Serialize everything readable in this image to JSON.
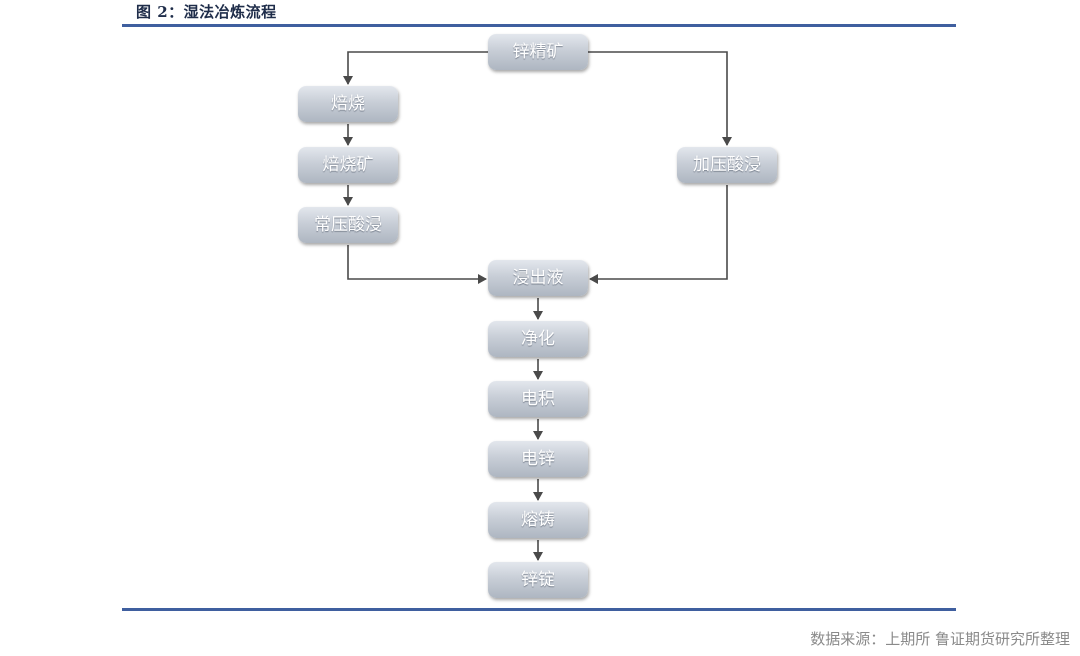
{
  "figure": {
    "title": "图 2：湿法冶炼流程",
    "source": "数据来源：上期所 鲁证期货研究所整理"
  },
  "flow": {
    "nodes": [
      {
        "id": "zinc_concentrate",
        "label": "锌精矿"
      },
      {
        "id": "roasting",
        "label": "焙烧"
      },
      {
        "id": "calcine",
        "label": "焙烧矿"
      },
      {
        "id": "atmospheric_leach",
        "label": "常压酸浸"
      },
      {
        "id": "pressure_leach",
        "label": "加压酸浸"
      },
      {
        "id": "leachate",
        "label": "浸出液"
      },
      {
        "id": "purification",
        "label": "净化"
      },
      {
        "id": "electrowinning",
        "label": "电积"
      },
      {
        "id": "cathode_zinc",
        "label": "电锌"
      },
      {
        "id": "casting",
        "label": "熔铸"
      },
      {
        "id": "zinc_ingot",
        "label": "锌锭"
      }
    ],
    "edges": [
      {
        "from": "zinc_concentrate",
        "to": "roasting"
      },
      {
        "from": "zinc_concentrate",
        "to": "pressure_leach"
      },
      {
        "from": "roasting",
        "to": "calcine"
      },
      {
        "from": "calcine",
        "to": "atmospheric_leach"
      },
      {
        "from": "atmospheric_leach",
        "to": "leachate"
      },
      {
        "from": "pressure_leach",
        "to": "leachate"
      },
      {
        "from": "leachate",
        "to": "purification"
      },
      {
        "from": "purification",
        "to": "electrowinning"
      },
      {
        "from": "electrowinning",
        "to": "cathode_zinc"
      },
      {
        "from": "cathode_zinc",
        "to": "casting"
      },
      {
        "from": "casting",
        "to": "zinc_ingot"
      }
    ]
  },
  "colors": {
    "rule": "#3f5f9f",
    "connector": "#4a4a4a",
    "node_text": "#ffffff",
    "title_text": "#1f2d4a",
    "source_text": "#8a8a8a"
  }
}
